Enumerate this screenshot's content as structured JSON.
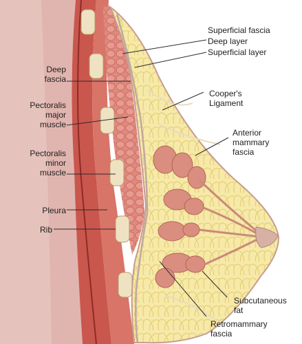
{
  "labels": {
    "superficial_fascia": "Superficial fascia",
    "deep_layer": "Deep layer",
    "superficial_layer": "Superficial layer",
    "deep_fascia": "Deep\nfascia",
    "coopers_ligament": "Cooper's\nLigament",
    "pectoralis_major": "Pectoralis\nmajor\nmuscle",
    "anterior_mammary_fascia": "Anterior\nmammary\nfascia",
    "pectoralis_minor": "Pectoralis\nminor\nmuscle",
    "pleura": "Pleura",
    "rib": "Rib",
    "subcutaneous_fat": "Subcutaneous\nfat",
    "retromammary_fascia": "Retromammary\nfascia"
  },
  "colors": {
    "skin": "#e8c7c2",
    "skin_dark": "#d9aaa3",
    "muscle": "#d98377",
    "muscle_dark": "#c25f55",
    "fat": "#f5e8a6",
    "fat_outline": "#e2cd6b",
    "gland": "#d99384",
    "rib": "#efe3c4",
    "pleura": "#b8433c",
    "leader": "#2a2a2a"
  }
}
